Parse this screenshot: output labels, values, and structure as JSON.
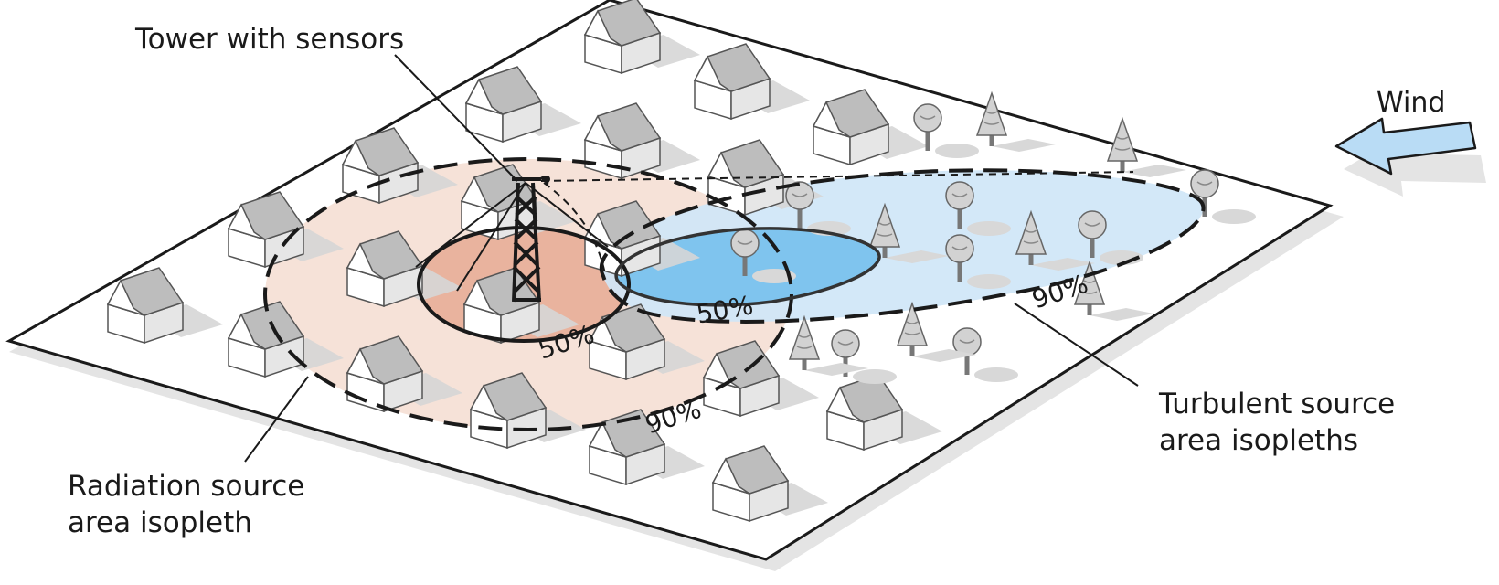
{
  "labels": {
    "tower": "Tower with sensors",
    "wind": "Wind",
    "radiation_line1": "Radiation source",
    "radiation_line2": "area isopleth",
    "turbulent_line1": "Turbulent source",
    "turbulent_line2": "area isopleths"
  },
  "isopleths": {
    "radiation_50": "50%",
    "radiation_90": "90%",
    "turbulent_50": "50%",
    "turbulent_90": "90%"
  },
  "colors": {
    "radiation_outer": "#f6e2d8",
    "radiation_inner": "#e9b39e",
    "turbulent_outer": "#cfe6f7",
    "turbulent_inner": "#7fc4ee",
    "wind_arrow": "#b9dcf5",
    "house_roof": "#cfcfcf",
    "house_wall": "#ffffff",
    "tree": "#d2d2d2"
  },
  "icons": [
    "house-icon",
    "tree-icon",
    "tower-icon",
    "wind-arrow-icon"
  ]
}
